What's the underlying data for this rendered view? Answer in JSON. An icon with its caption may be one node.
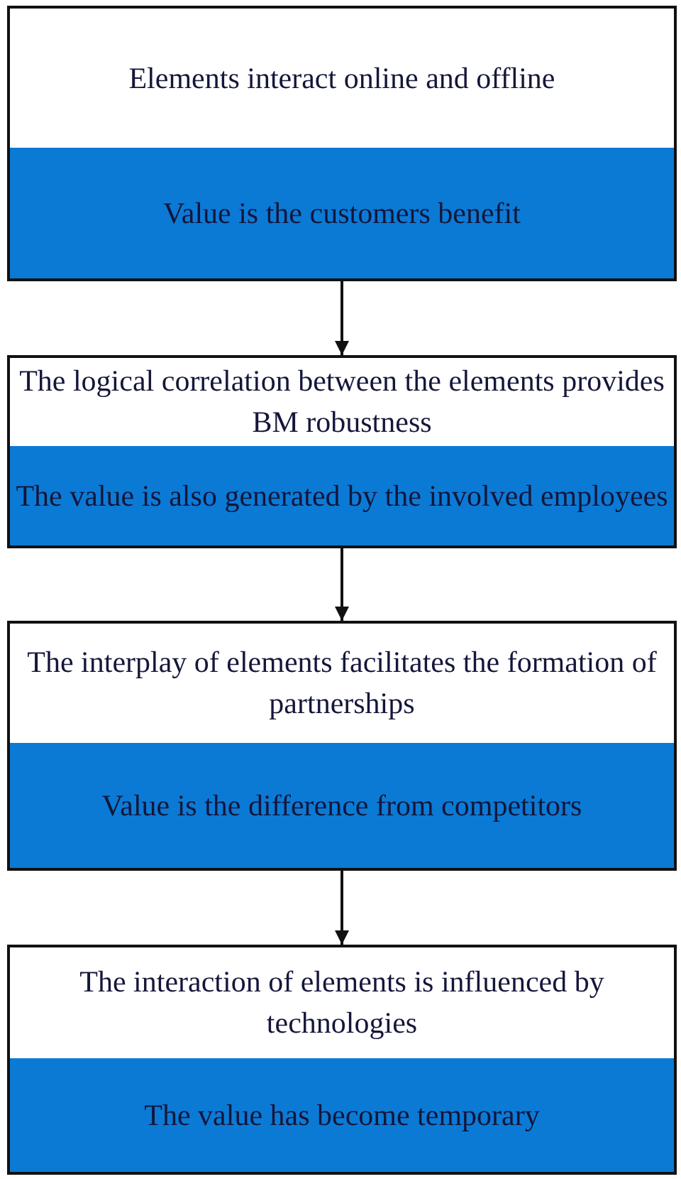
{
  "diagram": {
    "nodes": [
      {
        "text": [
          "Elements interact online and offline"
        ]
      },
      {
        "text": [
          "Value is the customers benefit"
        ],
        "in": 0
      },
      {
        "text": [
          "The logical correlation between the elements provides BM robustness"
        ]
      },
      {
        "text": [
          "The value is also generated by the involved employees"
        ],
        "in": 2
      },
      {
        "text": [
          "The interplay of elements facilitates the formation of partnerships"
        ]
      },
      {
        "text": [
          "Value is the difference from competitors"
        ],
        "in": 4
      },
      {
        "text": [
          "The interaction of elements is influenced by technologies"
        ]
      },
      {
        "text": [
          "The value has become temporary"
        ],
        "in": 6
      }
    ],
    "edges": [
      {
        "from": 0,
        "to": 2,
        "arrow": "to"
      },
      {
        "from": 2,
        "to": 4,
        "arrow": "to"
      },
      {
        "from": 4,
        "to": 6,
        "arrow": "to"
      }
    ]
  }
}
